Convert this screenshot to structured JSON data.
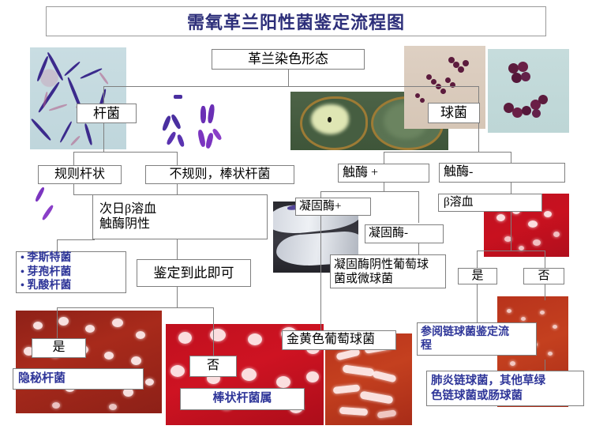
{
  "page": {
    "title": "需氧革兰阳性菌鉴定流程图",
    "language": "zh-CN"
  },
  "colors": {
    "title_text": "#2d2f7a",
    "accent_blue": "#2f3699",
    "box_border": "#7f7f7f",
    "box_fill": "#ffffff",
    "body_text": "#000000"
  },
  "flowchart": {
    "root": {
      "label": "革兰染色形态"
    },
    "nodes": {
      "bacilli": {
        "label": "杆菌"
      },
      "cocci": {
        "label": "球菌"
      },
      "regular_rod": {
        "label": "规则杆状"
      },
      "irregular_rod": {
        "label": "不规则，棒状杆菌"
      },
      "beta_hemolysis_catalase": {
        "label": "次日β溶血\n触酶阴性"
      },
      "listeria_list": {
        "label": "• 李斯特菌\n• 芽孢杆菌\n• 乳酸杆菌"
      },
      "identify_enough": {
        "label": "鉴定到此即可"
      },
      "yes_left": {
        "label": "是"
      },
      "no_left": {
        "label": "否"
      },
      "arcanobacterium": {
        "label": "隐秘杆菌"
      },
      "corynebacterium": {
        "label": "棒状杆菌属"
      },
      "catalase_pos": {
        "label": "触酶 +"
      },
      "catalase_neg": {
        "label": "触酶-"
      },
      "coagulase_pos": {
        "label": "凝固酶+"
      },
      "coagulase_neg": {
        "label": "凝固酶-"
      },
      "cons_micrococcus": {
        "label": "凝固酶阴性葡萄球\n 菌或微球菌"
      },
      "staph_aureus": {
        "label": "金黄色葡萄球菌"
      },
      "beta_hemolysis": {
        "label": "β溶血"
      },
      "yes_right": {
        "label": "是"
      },
      "no_right": {
        "label": "否"
      },
      "strep_ref": {
        "label": "参阅链球菌鉴定流\n程"
      },
      "strep_others": {
        "label": "肺炎链球菌，其他草绿\n色链球菌或肠球菌"
      }
    }
  },
  "photos": {
    "gram_bacilli": {
      "caption": "gram-stain-bacilli-micrograph"
    },
    "coryne_rods": {
      "caption": "coryneform-rods-micrograph"
    },
    "green_plate": {
      "caption": "culture-plate-green"
    },
    "strep_chains": {
      "caption": "streptococci-chains-micrograph"
    },
    "staph_clusters": {
      "caption": "staphylococci-clusters-micrograph"
    },
    "coagulase_tube": {
      "caption": "coagulase-test-tube"
    },
    "blood_agar_beta": {
      "caption": "blood-agar-beta-hemolysis"
    },
    "blood_agar_yes": {
      "caption": "blood-agar-colonies-yes"
    },
    "blood_agar_no": {
      "caption": "blood-agar-colonies-no"
    },
    "blood_agar_staph": {
      "caption": "blood-agar-staph-streak"
    },
    "blood_agar_strep": {
      "caption": "blood-agar-strep-colonies"
    }
  }
}
